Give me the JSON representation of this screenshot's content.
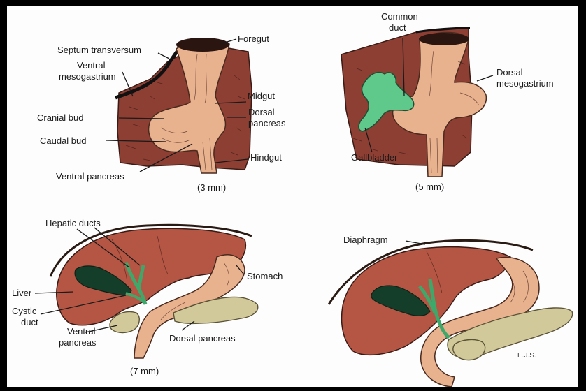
{
  "figure": {
    "panels": [
      {
        "stage": "(3 mm)",
        "labels": {
          "foregut": "Foregut",
          "septum_transversum": "Septum transversum",
          "ventral_mesogastrium_1": "Ventral",
          "ventral_mesogastrium_2": "mesogastrium",
          "midgut": "Midgut",
          "cranial_bud": "Cranial bud",
          "dorsal_pancreas_1": "Dorsal",
          "dorsal_pancreas_2": "pancreas",
          "caudal_bud": "Caudal bud",
          "hindgut": "Hindgut",
          "ventral_pancreas": "Ventral pancreas"
        }
      },
      {
        "stage": "(5 mm)",
        "labels": {
          "common_duct_1": "Common",
          "common_duct_2": "duct",
          "dorsal_mesogastrium_1": "Dorsal",
          "dorsal_mesogastrium_2": "mesogastrium",
          "gallbladder": "Gallbladder"
        }
      },
      {
        "stage": "(7 mm)",
        "labels": {
          "hepatic_ducts": "Hepatic ducts",
          "stomach": "Stomach",
          "liver": "Liver",
          "cystic_duct_1": "Cystic",
          "cystic_duct_2": "duct",
          "ventral_pancreas_1": "Ventral",
          "ventral_pancreas_2": "pancreas",
          "dorsal_pancreas": "Dorsal pancreas"
        }
      },
      {
        "labels": {
          "diaphragm": "Diaphragm"
        }
      }
    ]
  }
}
